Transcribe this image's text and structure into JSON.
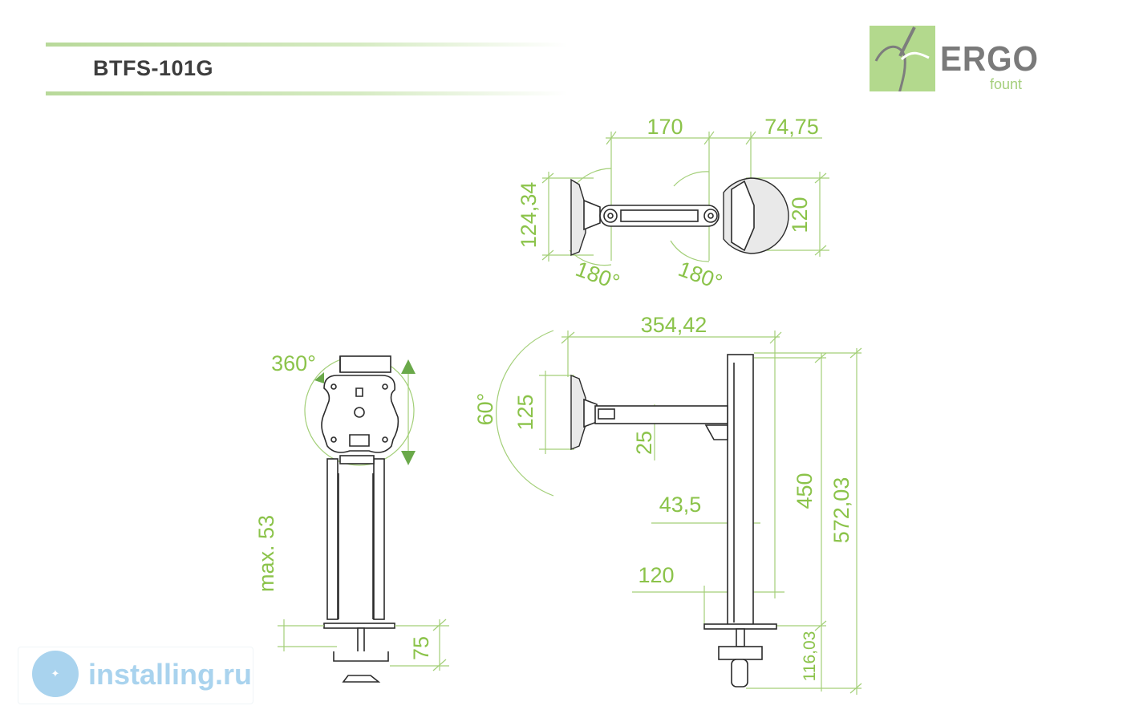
{
  "header": {
    "model": "BTFS-101G"
  },
  "logo": {
    "word": "ERGO",
    "sub": "fount"
  },
  "watermark": {
    "text": "installing.ru"
  },
  "colors": {
    "dimension": "#8bc34a",
    "dimension_line": "#a3cf78",
    "logo_green": "#b3d98d",
    "ink": "#2b2b2b",
    "watermark": "#a9d3ee"
  },
  "dimensions": {
    "top_view": {
      "arm_length": "170",
      "pivot_offset": "74,75",
      "mount_height": "124,34",
      "clamp_width": "120",
      "rotation_head": "180°",
      "rotation_arm": "180°"
    },
    "front_view": {
      "rotation": "360°",
      "max_height": "max. 53",
      "clamp_height": "75"
    },
    "side_view": {
      "reach": "354,42",
      "tilt": "60°",
      "plate_size": "125",
      "arm_thickness": "25",
      "post_diameter": "43,5",
      "base_depth": "120",
      "post_height": "450",
      "total_height": "572,03",
      "clamp_depth": "116,03"
    }
  }
}
